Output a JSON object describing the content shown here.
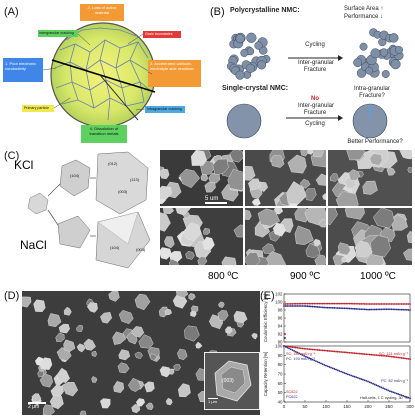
{
  "panels": {
    "a": "(A)",
    "b": "(B)",
    "c": "(C)",
    "d": "(D)",
    "e": "(E)"
  },
  "panel_a": {
    "labels": {
      "loss_active": "2. Loss of active material",
      "intergranular": "Intergranular cracking",
      "grain_boundaries": "Grain boundaries",
      "poor_conductivity": "1. Poor electronic conductivity",
      "side_reactions": "3. Accelerated cathode-electrolyte side reactions",
      "primary_particle": "Primary particle",
      "intragranular": "Intragranular cracking",
      "dissolution": "4. Dissolution of transition metals"
    }
  },
  "panel_b": {
    "poly_title": "Polycrystalline NMC:",
    "surface_area": "Surface Area",
    "performance": "Performance",
    "up_arrow": "↑",
    "down_arrow": "↓",
    "cycling": "Cycling",
    "inter_granular": "Inter-granular",
    "fracture": "Fracture",
    "single_title": "Single-crystal NMC:",
    "no": "No",
    "intra_q1": "Intra-granular",
    "intra_q2": "Fracture?",
    "better": "Better Performance?"
  },
  "panel_c": {
    "kcl": "KCl",
    "nacl": "NaCl",
    "scale_bar": "5 um",
    "temp_800": "800 ºC",
    "temp_900": "900 ºC",
    "temp_1000": "1000 ºC",
    "facets": [
      "(104)",
      "(012)",
      "(113)",
      "(003)",
      "(104)",
      "(003)"
    ]
  },
  "panel_d": {
    "scale_bar": "2 μm",
    "inset_facet": "(003)",
    "inset_scale": "1 μm"
  },
  "panel_e": {
    "ylabel_top": "Coulombic Efficiency [%]",
    "ylabel_bottom": "Capacity Retention [%]",
    "sc_label_1": "SC: 181 mAh g⁻¹",
    "pc_label_1": "PC: 193 mAh g⁻¹",
    "sc_label_2": "SC: 151 mAh g⁻¹",
    "pc_label_2": "PC: 82 mAh g⁻¹",
    "legend_sc": "SC622",
    "legend_pc": "PC622",
    "condition": "Half-cells, 1 C cycling, 30 °C",
    "colors": {
      "sc": "#c0202a",
      "pc": "#2a2f8c"
    },
    "top_ticks": [
      "102",
      "100",
      "98",
      "96",
      "94",
      "92",
      "90"
    ],
    "bottom_ticks": [
      "100",
      "90",
      "80",
      "70",
      "60",
      "50",
      "40"
    ],
    "x_ticks": [
      "0",
      "50",
      "100",
      "150",
      "200",
      "250",
      "300"
    ]
  },
  "chart_data": {
    "type": "scatter",
    "x": [
      0,
      50,
      100,
      150,
      200,
      250,
      300
    ],
    "series": [
      {
        "name": "SC622",
        "panel": "coulombic",
        "values": [
          99.5,
          99.6,
          99.6,
          99.6,
          99.5,
          99.5,
          99.5
        ]
      },
      {
        "name": "PC622",
        "panel": "coulombic",
        "values": [
          99.0,
          99.0,
          98.6,
          98.4,
          98.1,
          98.2,
          98.0
        ]
      },
      {
        "name": "SC622",
        "panel": "retention",
        "values": [
          100,
          97,
          95,
          93,
          91,
          89,
          86
        ]
      },
      {
        "name": "PC622",
        "panel": "retention",
        "values": [
          100,
          89,
          79,
          70,
          62,
          52,
          44
        ]
      }
    ],
    "ylim_top": [
      90,
      102
    ],
    "ylim_bottom": [
      40,
      100
    ],
    "xlim": [
      0,
      300
    ]
  }
}
